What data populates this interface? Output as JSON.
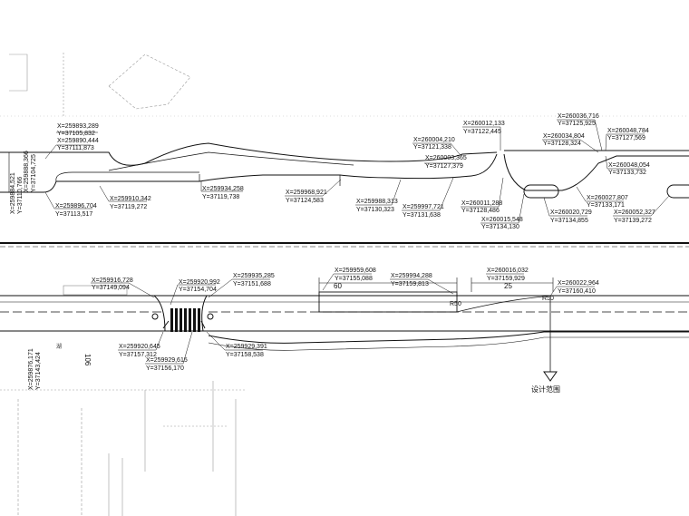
{
  "coords_upper": [
    {
      "id": "u1",
      "x": "X=259893,289",
      "y": "Y=37105,832"
    },
    {
      "id": "u2",
      "x": "X=259890,444",
      "y": "Y=37111,873"
    },
    {
      "id": "u3",
      "x": "X=259896,704",
      "y": "Y=37113,517"
    },
    {
      "id": "u4",
      "x": "X=259910,342",
      "y": "Y=37119,272"
    },
    {
      "id": "u5",
      "x": "X=259934,258",
      "y": "Y=37119,738"
    },
    {
      "id": "u6",
      "x": "X=259968,921",
      "y": "Y=37124,583"
    },
    {
      "id": "u7",
      "x": "X=259988,313",
      "y": "Y=37130,323"
    },
    {
      "id": "u8",
      "x": "X=259997,721",
      "y": "Y=37131,638"
    },
    {
      "id": "u9",
      "x": "X=260004,210",
      "y": "Y=37121,338"
    },
    {
      "id": "u10",
      "x": "X=260003,365",
      "y": "Y=37127,379"
    },
    {
      "id": "u11",
      "x": "X=260012,133",
      "y": "Y=37122,445"
    },
    {
      "id": "u12",
      "x": "X=260011,288",
      "y": "Y=37128,486"
    },
    {
      "id": "u13",
      "x": "X=260015,548",
      "y": "Y=37134,130"
    },
    {
      "id": "u14",
      "x": "X=260020,729",
      "y": "Y=37134,855"
    },
    {
      "id": "u15",
      "x": "X=260034,804",
      "y": "Y=37128,324"
    },
    {
      "id": "u16",
      "x": "X=260036,716",
      "y": "Y=37125,925"
    },
    {
      "id": "u17",
      "x": "X=260027,807",
      "y": "Y=37133,171"
    },
    {
      "id": "u18",
      "x": "X=260048,784",
      "y": "Y=37127,569"
    },
    {
      "id": "u19",
      "x": "X=260048,054",
      "y": "Y=37133,732"
    },
    {
      "id": "u20",
      "x": "X=260052,327",
      "y": "Y=37139,272"
    }
  ],
  "coords_upper_vertical": [
    {
      "id": "uv1",
      "x": "X=259888,366",
      "y": "Y=37104,725"
    },
    {
      "id": "uv2",
      "x": "X=259884,521",
      "y": "Y=37110,766"
    }
  ],
  "coords_lower": [
    {
      "id": "l1",
      "x": "X=259916,728",
      "y": "Y=37149,094"
    },
    {
      "id": "l2",
      "x": "X=259920,992",
      "y": "Y=37154,704"
    },
    {
      "id": "l3",
      "x": "X=259935,285",
      "y": "Y=37151,688"
    },
    {
      "id": "l4",
      "x": "X=259959,608",
      "y": "Y=37155,088"
    },
    {
      "id": "l5",
      "x": "X=259994,288",
      "y": "Y=37159,813"
    },
    {
      "id": "l6",
      "x": "X=260016,032",
      "y": "Y=37159,929"
    },
    {
      "id": "l7",
      "x": "X=260022,964",
      "y": "Y=37160,410"
    },
    {
      "id": "l8",
      "x": "X=259920,645",
      "y": "Y=37157,312"
    },
    {
      "id": "l9",
      "x": "X=259929,615",
      "y": "Y=37156,170"
    },
    {
      "id": "l10",
      "x": "X=259929,391",
      "y": "Y=37158,538"
    }
  ],
  "coords_lower_vertical": [
    {
      "id": "lv1",
      "x": "X=259876,171",
      "y": "Y=37143,424"
    }
  ],
  "dims": {
    "d60": "60",
    "d25": "25",
    "r50a": "R50",
    "r50b": "R50"
  },
  "labels": {
    "design_boundary": "设计范围",
    "road_no": "106",
    "house": "湖"
  }
}
